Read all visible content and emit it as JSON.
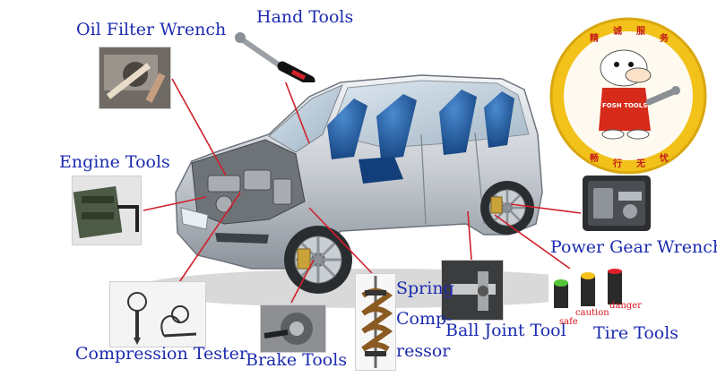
{
  "labels": {
    "oil_filter_wrench": "Oil Filter Wrench",
    "hand_tools": "Hand Tools",
    "engine_tools": "Engine Tools",
    "compression_tester": "Compression Tester",
    "brake_tools": "Brake Tools",
    "spring_compressor_line1": "Spring",
    "spring_compressor_line2": "Comp-",
    "spring_compressor_line3": "ressor",
    "ball_joint_tool": "Ball Joint Tool",
    "tire_tools": "Tire Tools",
    "power_gear_wrench": "Power Gear Wrench"
  },
  "gauge_captions": {
    "safe": "safe",
    "caution": "caution",
    "danger": "danger"
  },
  "logo": {
    "top_chars": [
      "精",
      "诚",
      "服",
      "务"
    ],
    "bottom_chars": [
      "畅",
      "行",
      "无",
      "忧"
    ],
    "shirt_text": "FOSH TOOLS"
  },
  "colors": {
    "label_text": "#1c2bb0",
    "leader_line": "#d0202a",
    "logo_red": "#c41b1b",
    "logo_ring": "#f2c21b"
  }
}
